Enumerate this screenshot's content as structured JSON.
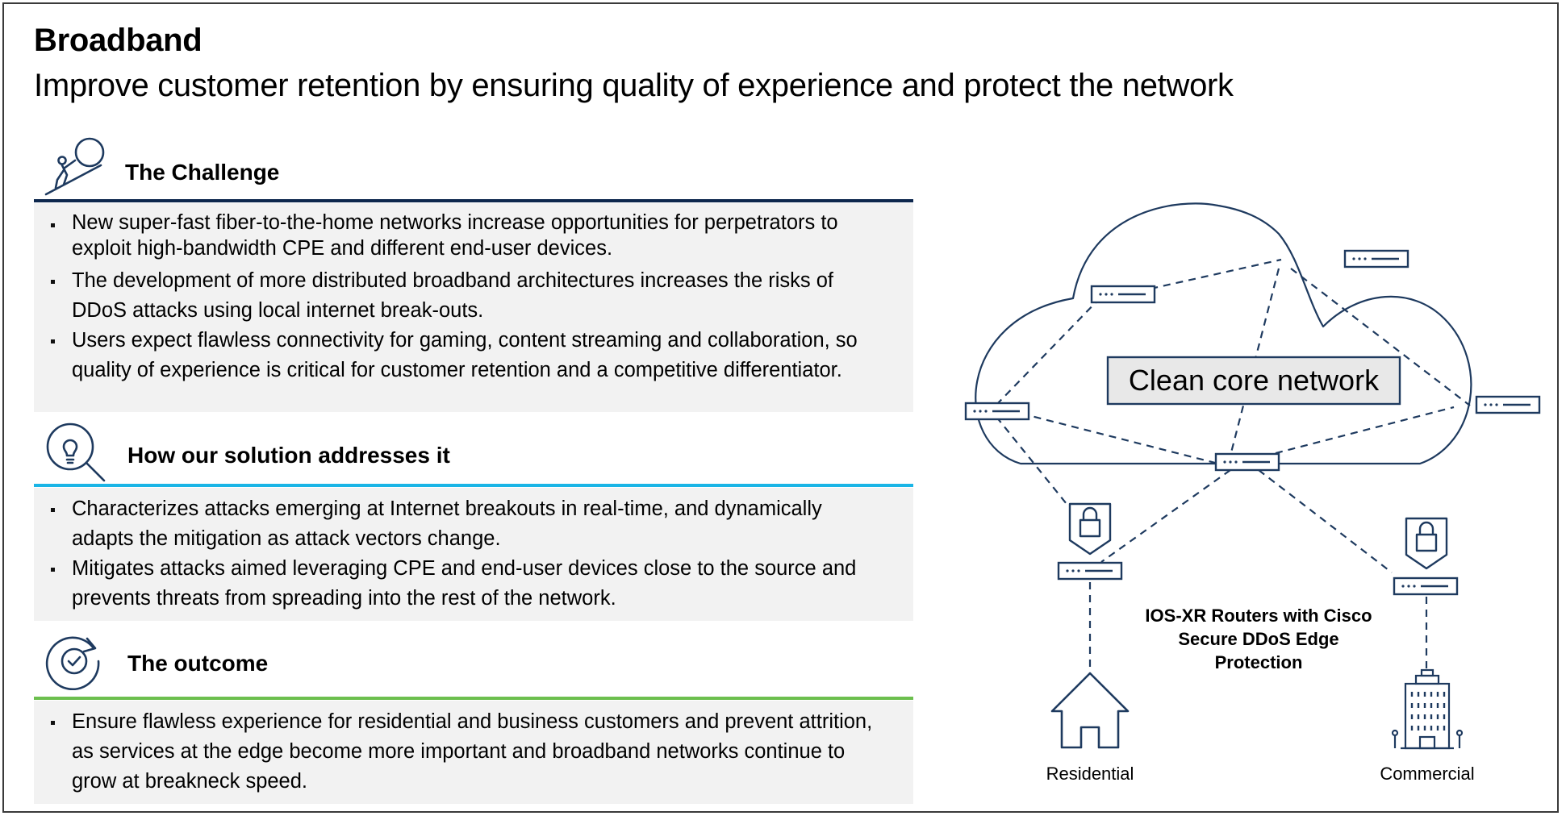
{
  "page": {
    "title": "Broadband",
    "subtitle": "Improve customer retention by ensuring quality of experience and protect the network"
  },
  "sections": [
    {
      "title": "The Challenge",
      "icon": "person-pushing-boulder-icon",
      "rule_color": "#0d274d",
      "bullets": [
        "New super-fast fiber-to-the-home networks increase opportunities for perpetrators to exploit high-bandwidth CPE and different end-user devices.",
        "The development of more distributed broadband architectures increases the risks of DDoS attacks using local internet break-outs.",
        "Users expect flawless connectivity for gaming, content streaming and collaboration, so quality of experience is critical for customer retention and a competitive differentiator."
      ]
    },
    {
      "title": "How our solution addresses it",
      "icon": "lightbulb-magnifier-icon",
      "rule_color": "#1ab5e6",
      "bullets": [
        "Characterizes attacks emerging at Internet breakouts in real-time, and dynamically adapts the mitigation as attack vectors change.",
        "Mitigates attacks aimed leveraging CPE and end-user devices close to the source and prevents threats from spreading into the rest of the network."
      ]
    },
    {
      "title": "The outcome",
      "icon": "refresh-checkmark-icon",
      "rule_color": "#6cbf4e",
      "bullets": [
        "Ensure flawless experience for residential and business customers and prevent attrition, as services at the edge become more important and broadband networks continue to grow at breakneck speed."
      ]
    }
  ],
  "diagram": {
    "cloud_label": "Clean core network",
    "router_caption": "IOS-XR Routers with Cisco Secure DDoS Edge Protection",
    "residential_label": "Residential",
    "commercial_label": "Commercial",
    "icons": [
      "cloud-icon",
      "router-icon",
      "padlock-shield-icon",
      "house-icon",
      "office-building-icon"
    ],
    "line_color": "#1e3a5f"
  }
}
